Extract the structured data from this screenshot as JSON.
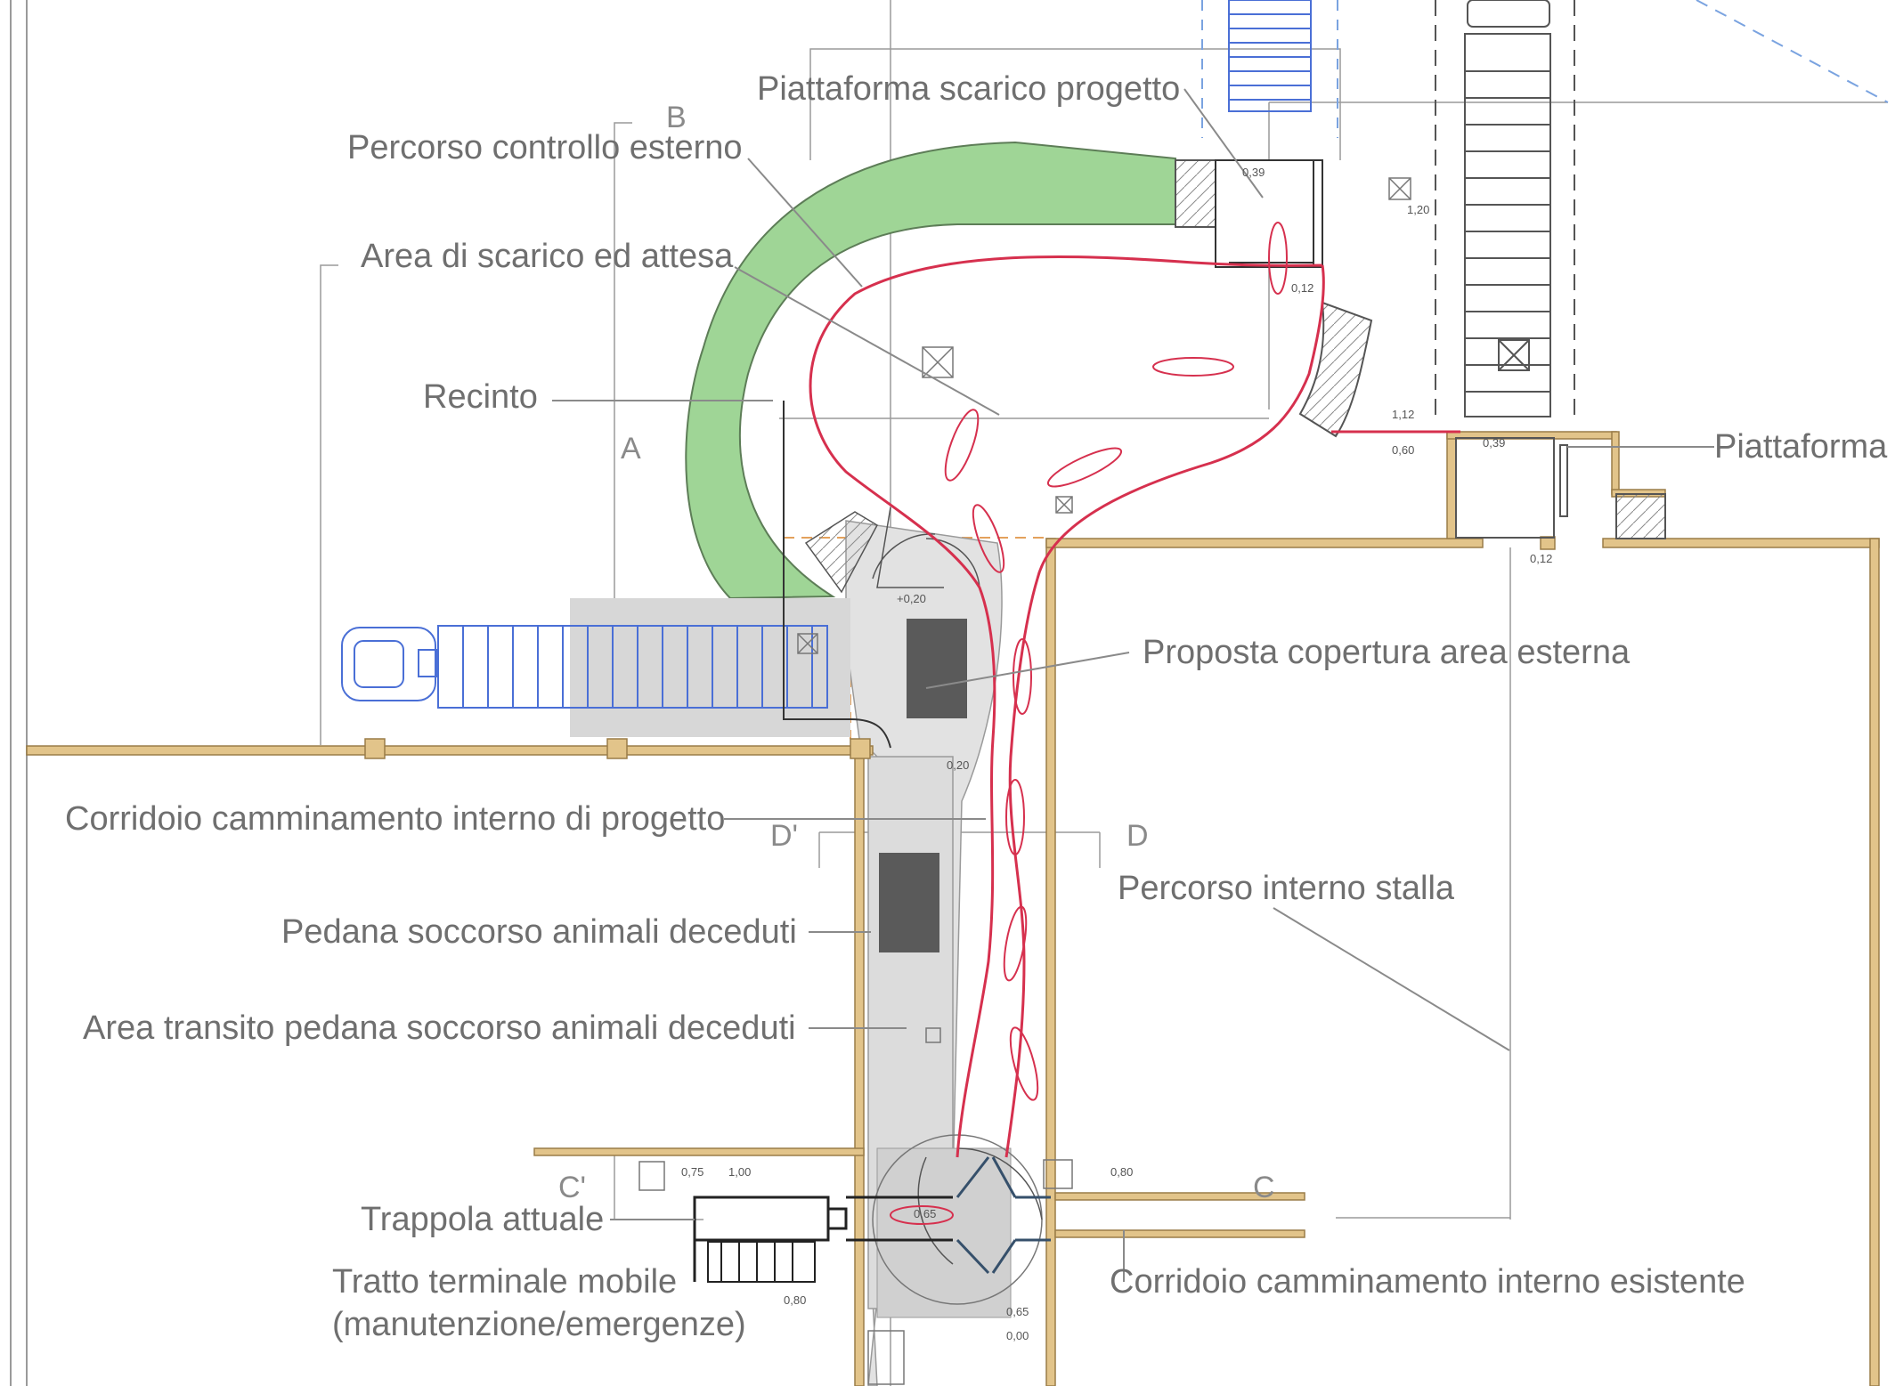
{
  "labels": {
    "piattaforma_scarico": "Piattaforma scarico progetto",
    "percorso_controllo": "Percorso controllo esterno",
    "area_scarico": "Area di scarico ed attesa",
    "recinto": "Recinto",
    "piattaforma": "Piattaforma",
    "proposta_copertura": "Proposta copertura area esterna",
    "corridoio_interno_progetto": "Corridoio camminamento interno di progetto",
    "percorso_interno_stalla": "Percorso interno stalla",
    "pedana_soccorso": "Pedana soccorso animali deceduti",
    "area_transito": "Area transito pedana soccorso animali deceduti",
    "trappola": "Trappola attuale",
    "tratto_terminale_1": "Tratto terminale mobile",
    "tratto_terminale_2": "(manutenzione/emergenze)",
    "corridoio_esistente": "Corridoio camminamento interno esistente"
  },
  "section_marks": {
    "a": "A",
    "b": "B",
    "c": "C",
    "c_prime": "C'",
    "d": "D",
    "d_prime": "D'"
  },
  "elevations": {
    "e1": "0,39",
    "e2": "1,20",
    "e3": "0,12",
    "e4": "1,12",
    "e5": "0,60",
    "e6": "0,39",
    "e7": "0,12",
    "e8": "+0,20",
    "e9": "0,20",
    "e10": "0,75",
    "e11": "1,00",
    "e12": "0,80",
    "e13": "0,65",
    "e14": "0,65",
    "e15": "0,00",
    "e16": "0,80"
  },
  "colors": {
    "green_area": "#9fd596",
    "red_path": "#d6304e",
    "wall": "#e2c48a",
    "blue_truck": "#4a6fd6",
    "dark_block": "#5a5a5a",
    "cover_gray": "#d7d7d7"
  }
}
